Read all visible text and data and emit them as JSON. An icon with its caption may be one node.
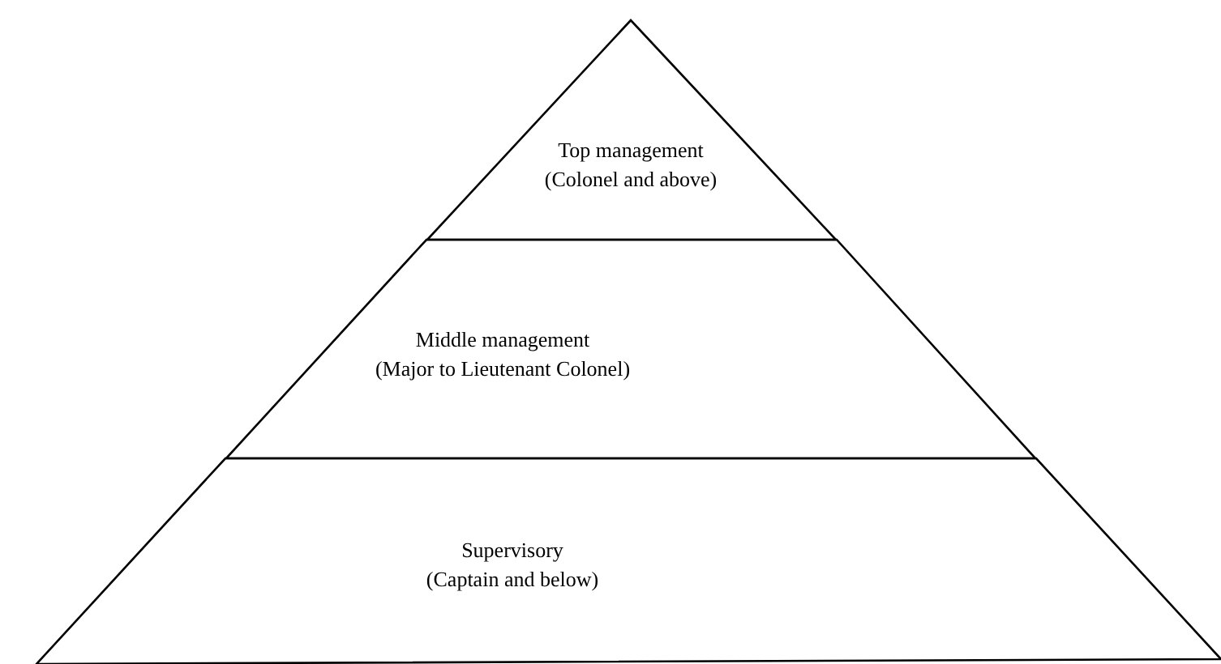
{
  "diagram": {
    "nodes": [
      {
        "text": [
          "Top management",
          "(Colonel and above)"
        ]
      },
      {
        "text": [
          "Middle management",
          "(Major to Lieutenant Colonel)"
        ]
      },
      {
        "text": [
          "Supervisory",
          "(Captain and below)"
        ]
      }
    ]
  }
}
